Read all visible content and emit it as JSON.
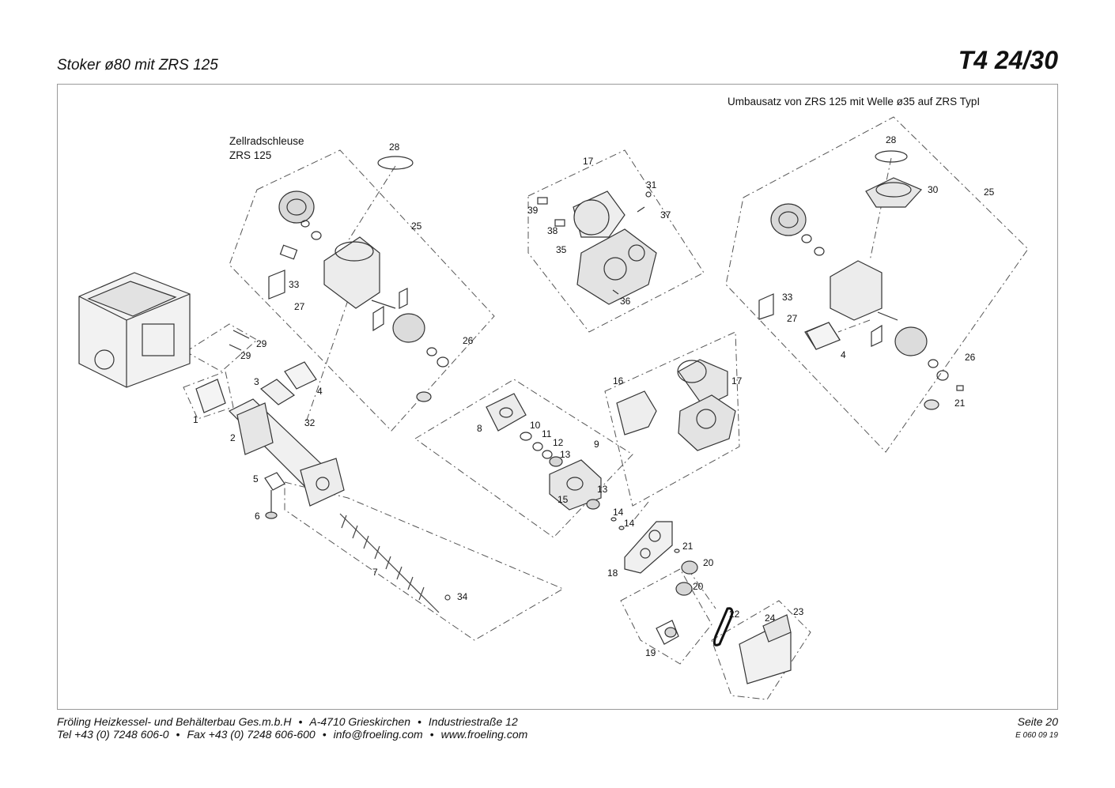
{
  "header": {
    "title": "Stoker ø80 mit ZRS 125",
    "model": "T4 24/30"
  },
  "captions": {
    "zrs_line1": "Zellradschleuse",
    "zrs_line2": "ZRS 125",
    "umbausatz": "Umbausatz von ZRS 125 mit Welle ø35 auf ZRS TypI"
  },
  "parts": {
    "p28a": "28",
    "p17a": "17",
    "p31": "31",
    "p37": "37",
    "p39": "39",
    "p38": "38",
    "p35": "35",
    "p36": "36",
    "p25a": "25",
    "p33a": "33",
    "p27a": "27",
    "p29a": "29",
    "p29b": "29",
    "p26a": "26",
    "p3": "3",
    "p4a": "4",
    "p1": "1",
    "p2": "2",
    "p32": "32",
    "p5": "5",
    "p6": "6",
    "p7": "7",
    "p34": "34",
    "p8": "8",
    "p10": "10",
    "p11": "11",
    "p12": "12",
    "p13a": "13",
    "p9": "9",
    "p13b": "13",
    "p15": "15",
    "p14a": "14",
    "p14b": "14",
    "p16": "16",
    "p17b": "17",
    "p18": "18",
    "p21a": "21",
    "p20a": "20",
    "p20b": "20",
    "p22": "22",
    "p24": "24",
    "p23": "23",
    "p19": "19",
    "p28b": "28",
    "p30": "30",
    "p25b": "25",
    "p33b": "33",
    "p27b": "27",
    "p4b": "4",
    "p26b": "26",
    "p21b": "21"
  },
  "footer": {
    "company": "Fröling Heizkessel- und Behälterbau Ges.m.b.H",
    "city": "A-4710 Grieskirchen",
    "street": "Industriestraße 12",
    "tel": "Tel +43 (0) 7248 606-0",
    "fax": "Fax +43 (0) 7248 606-600",
    "email": "info@froeling.com",
    "web": "www.froeling.com",
    "page": "Seite 20",
    "doc_code": "E 060 09 19",
    "separator": "•"
  }
}
